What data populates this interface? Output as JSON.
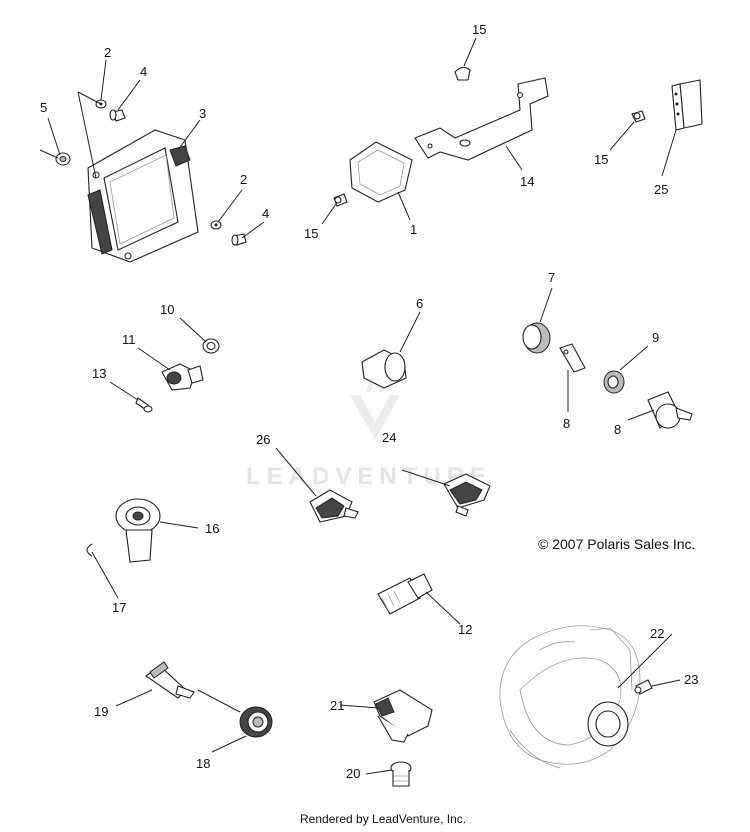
{
  "callouts": [
    "2",
    "4",
    "3",
    "5",
    "2",
    "4",
    "15",
    "15",
    "14",
    "1",
    "15",
    "25",
    "10",
    "11",
    "13",
    "6",
    "7",
    "9",
    "8",
    "8",
    "26",
    "24",
    "16",
    "17",
    "12",
    "22",
    "23",
    "19",
    "21",
    "18",
    "20"
  ],
  "copyright": "© 2007 Polaris Sales Inc.",
  "watermark": "LEADVENTURE",
  "footer": "Rendered by LeadVenture, Inc."
}
